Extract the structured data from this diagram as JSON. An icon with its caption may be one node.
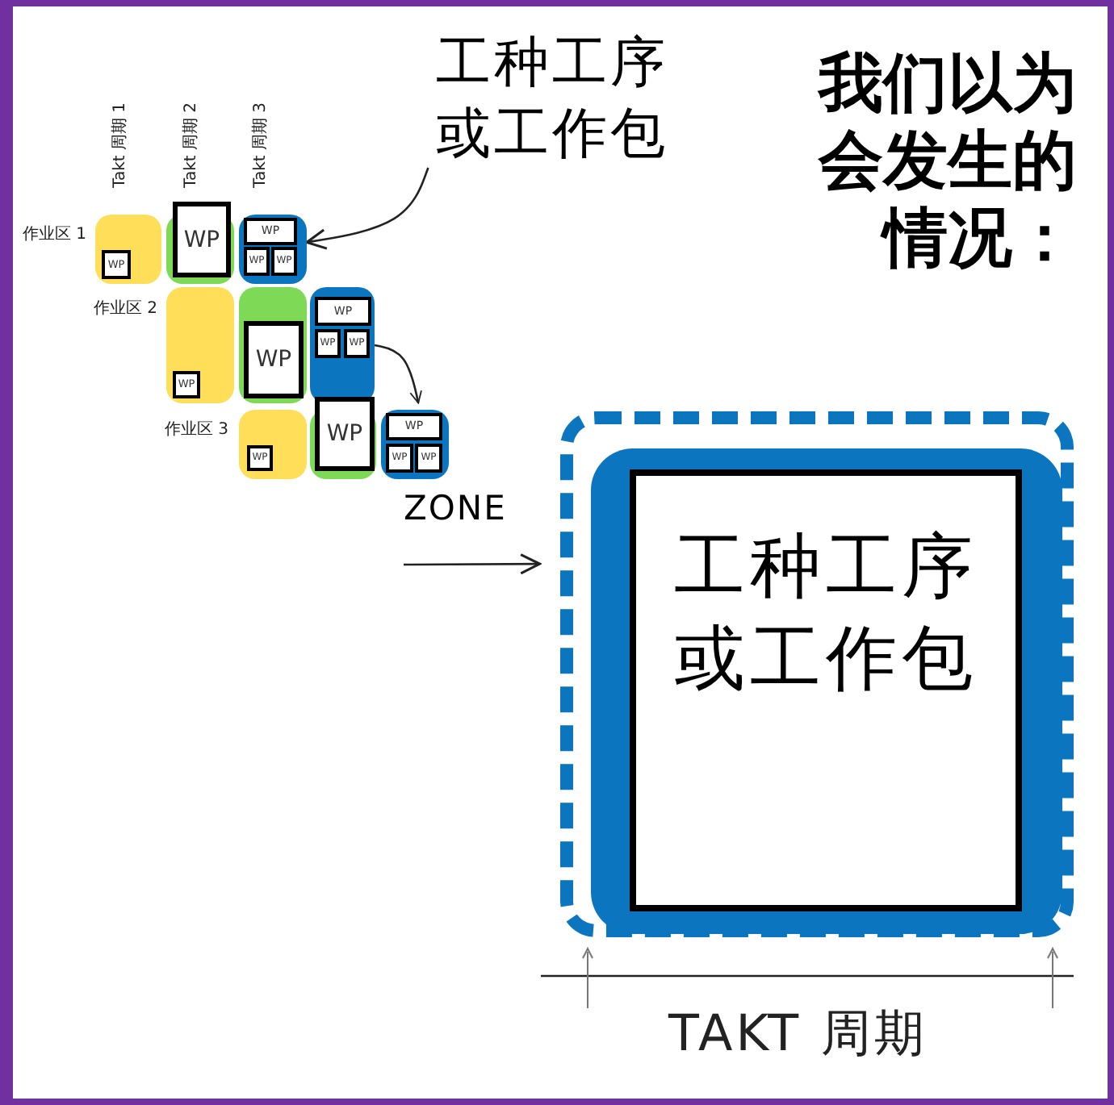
{
  "diagram": {
    "title": "我们以为会发生的情况：",
    "nodes": [
      {
        "text": [
          "工种工序或工作包"
        ]
      },
      {
        "text": [],
        "shape": "box"
      },
      {
        "text": [
          "WP"
        ],
        "in": 1
      },
      {
        "text": [],
        "shape": "box"
      },
      {
        "text": [
          "WP"
        ],
        "in": 3
      },
      {
        "text": [],
        "shape": "box"
      },
      {
        "text": [
          "WP"
        ],
        "in": 5
      },
      {
        "text": [
          "WP"
        ],
        "in": 5
      },
      {
        "text": [
          "WP"
        ],
        "in": 5
      },
      {
        "text": [],
        "shape": "box"
      },
      {
        "text": [
          "WP"
        ],
        "in": 9
      },
      {
        "text": [],
        "shape": "box"
      },
      {
        "text": [
          "WP"
        ],
        "in": 11
      },
      {
        "text": [],
        "shape": "box"
      },
      {
        "text": [
          "WP"
        ],
        "in": 13
      },
      {
        "text": [
          "WP"
        ],
        "in": 13
      },
      {
        "text": [
          "WP"
        ],
        "in": 13
      },
      {
        "text": [],
        "shape": "box"
      },
      {
        "text": [
          "WP"
        ],
        "in": 17
      },
      {
        "text": [],
        "shape": "box"
      },
      {
        "text": [
          "WP"
        ],
        "in": 19
      },
      {
        "text": [],
        "shape": "box"
      },
      {
        "text": [
          "WP"
        ],
        "in": 21
      },
      {
        "text": [
          "WP"
        ],
        "in": 21
      },
      {
        "text": [
          "WP"
        ],
        "in": 21
      },
      {
        "text": [],
        "shape": "box"
      },
      {
        "text": [],
        "shape": "box",
        "in": 25
      },
      {
        "text": [
          "工种工序或工作包"
        ],
        "in": 26
      }
    ],
    "edges": [
      {
        "from": 0,
        "to": 5,
        "arrow": "to"
      },
      {
        "from": 13,
        "to": 21,
        "arrow": "to"
      },
      {
        "from": null,
        "to": 25,
        "arrow": "to",
        "label": "ZONE"
      }
    ],
    "labels": [
      "Takt 周期 1",
      "Takt 周期 2",
      "Takt 周期 3",
      "作业区 1",
      "作业区 2",
      "作业区 3",
      "TAKT 周期"
    ]
  }
}
